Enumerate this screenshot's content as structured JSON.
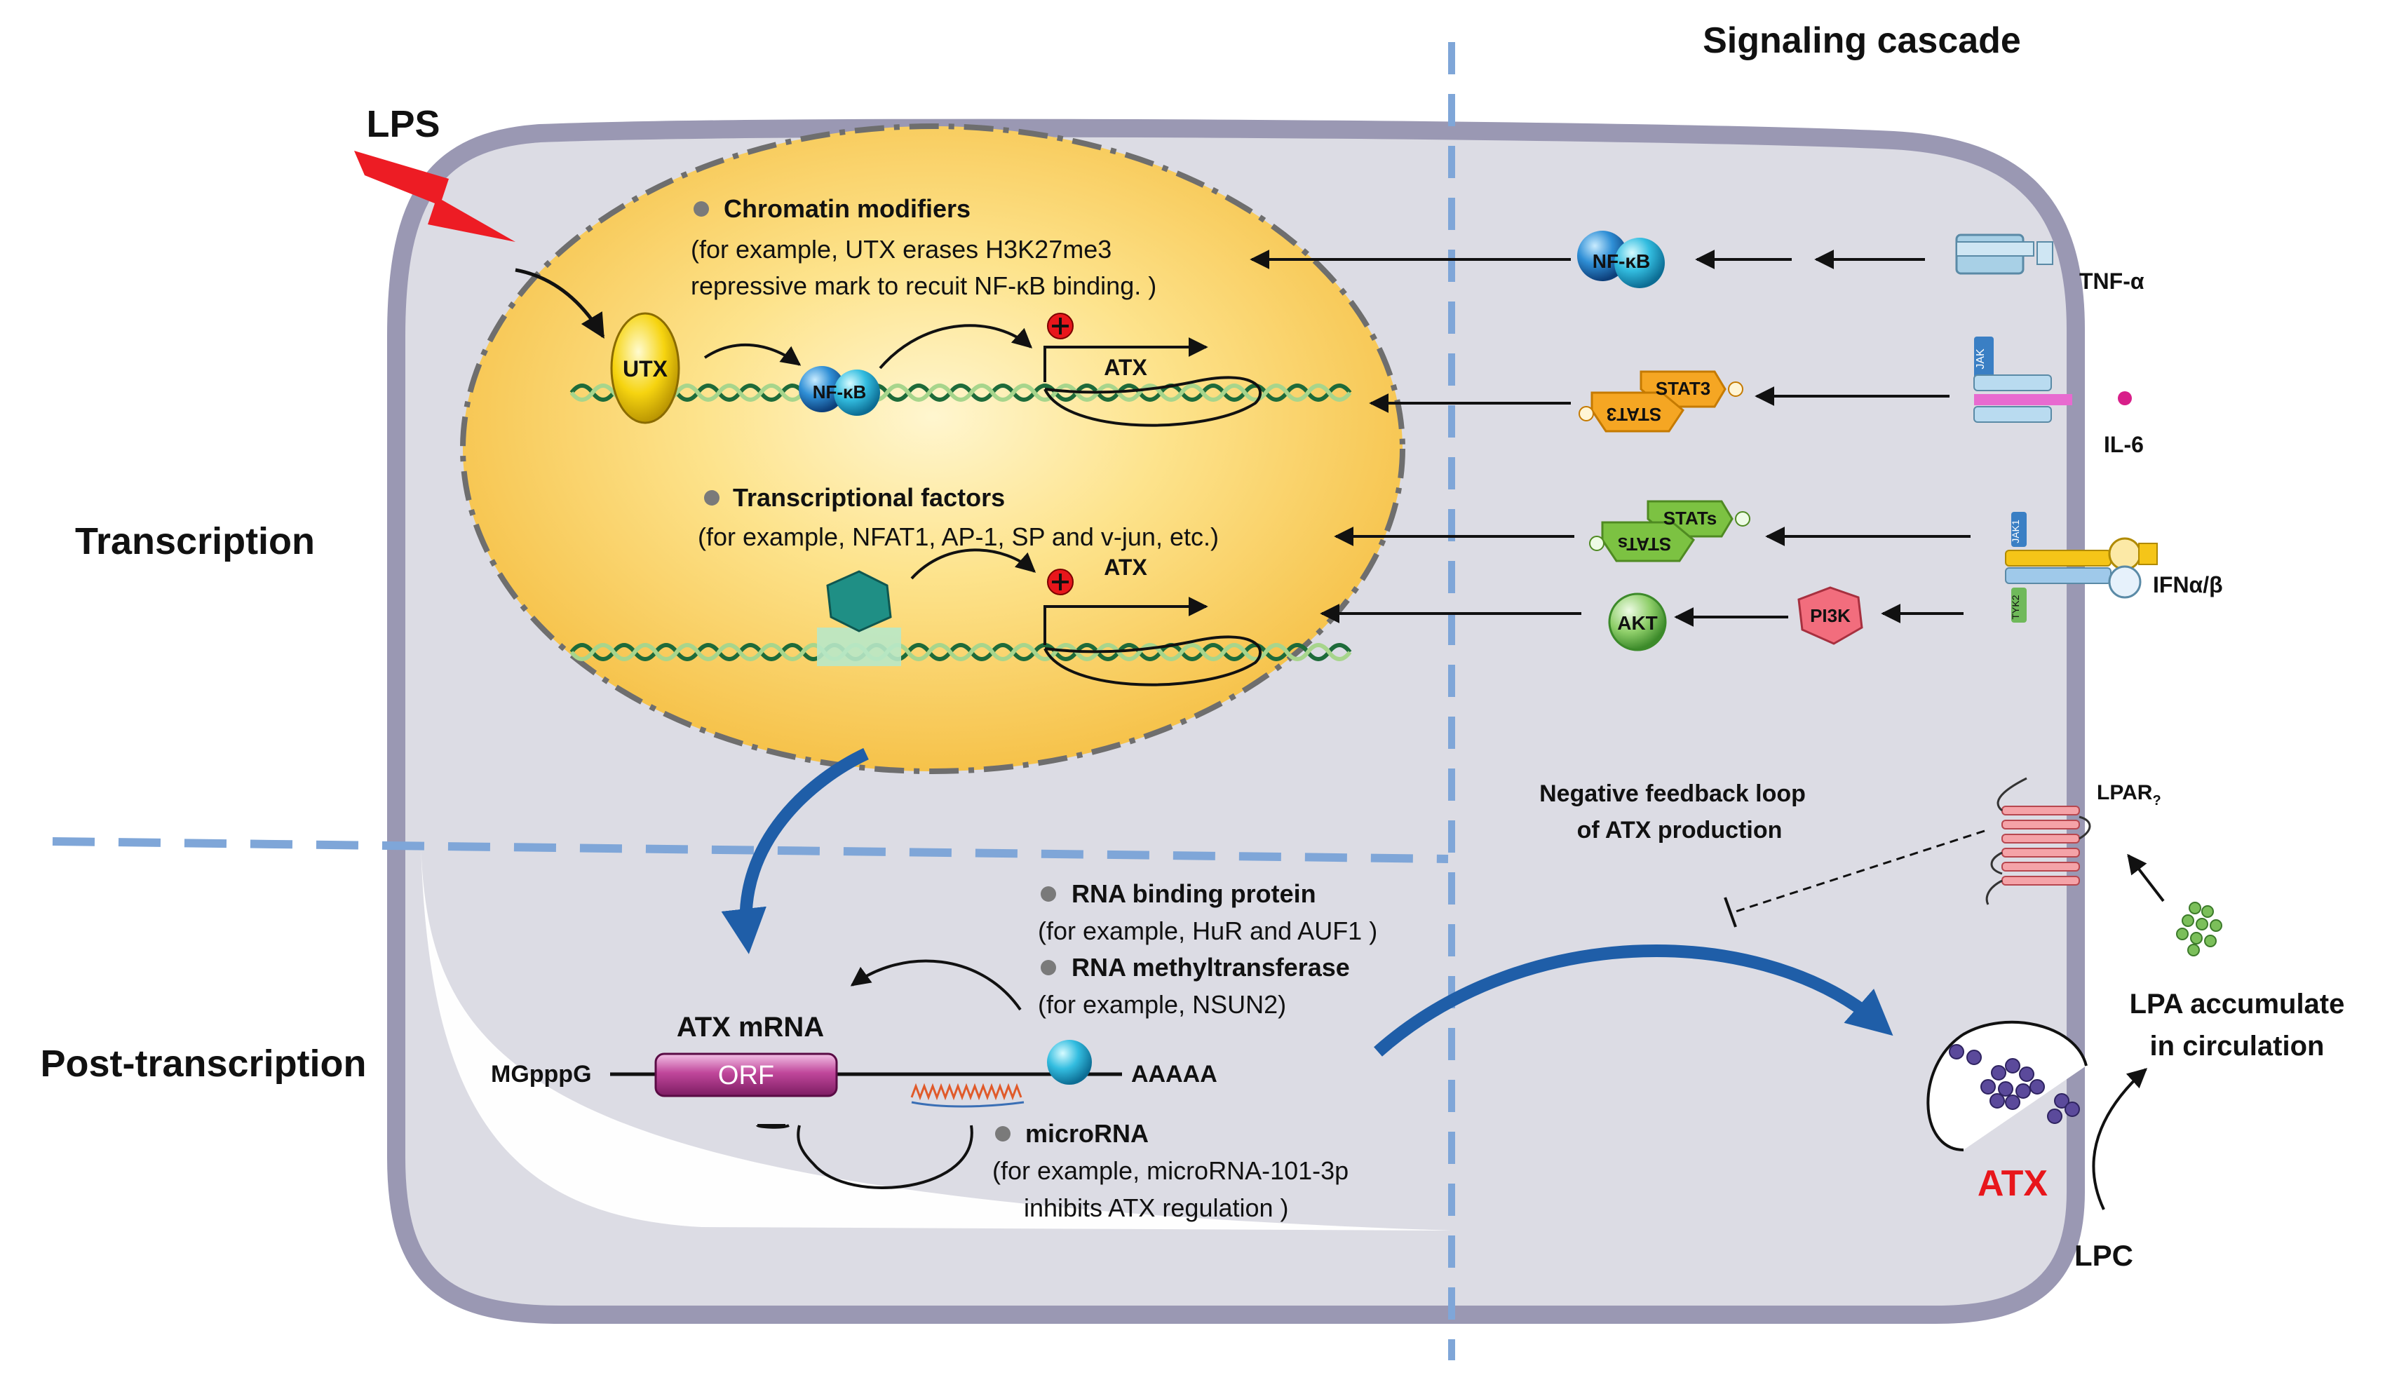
{
  "sections": {
    "signaling_cascade": "Signaling cascade",
    "transcription": "Transcription",
    "post_transcription": "Post-transcription"
  },
  "stimulus": {
    "lps": "LPS"
  },
  "nucleus": {
    "chromatin_title": "Chromatin modifiers",
    "chromatin_line1": "(for example, UTX erases H3K27me3",
    "chromatin_line2": "repressive mark to recuit NF-κB binding. )",
    "tf_title": "Transcriptional factors",
    "tf_line1": "(for example, NFAT1, AP-1, SP and  v-jun, etc.)",
    "utx": "UTX",
    "nfkb": "NF-κB",
    "atx_gene_1": "ATX",
    "atx_gene_2": "ATX"
  },
  "signaling": {
    "nfkb": "NF-κB",
    "stat3_a": "STAT3",
    "stat3_b": "STAT3",
    "stats_a": "STATs",
    "stats_b": "STATs",
    "akt": "AKT",
    "pi3k": "PI3K",
    "jak": "JAK",
    "jak1": "JAK1",
    "tyk2": "TYK2",
    "tnf": "TNF-α",
    "il6": "IL-6",
    "ifn": "IFNα/β"
  },
  "post": {
    "rbp_title": "RNA binding protein",
    "rbp_line1": "(for example, HuR and AUF1 )",
    "mtase_title": "RNA methyltransferase",
    "mtase_line1": "(for example, NSUN2)",
    "mirna_title": "microRNA",
    "mirna_line1": "(for example, microRNA-101-3p",
    "mirna_line2": "inhibits ATX regulation  )",
    "mrna_title": "ATX mRNA",
    "cap": "MGpppG",
    "orf": "ORF",
    "polya": "AAAAA"
  },
  "feedback": {
    "line1": "Negative feedback loop",
    "line2": "of ATX production",
    "lpar": "LPAR",
    "lpar_sub": "?",
    "lpa_line1": "LPA accumulate",
    "lpa_line2": "in circulation",
    "atx": "ATX",
    "lpc": "LPC"
  },
  "colors": {
    "cell_fill": "#dcdce4",
    "cell_border": "#9a98b3",
    "nucleus_fill": "#fbd46a",
    "divider": "#7fa6d8",
    "big_arrow": "#1f5ea8",
    "atx_red": "#e8161b"
  }
}
